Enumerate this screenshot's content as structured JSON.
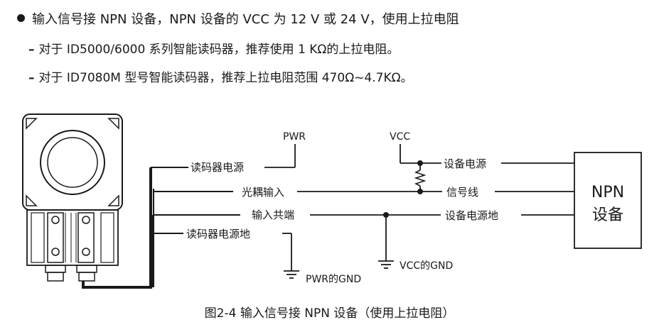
{
  "intro": {
    "bullet": "输入信号接 NPN 设备，NPN 设备的 VCC 为 12 V 或 24 V，使用上拉电阻",
    "dash": "–",
    "items": [
      "对于 ID5000/6000 系列智能读码器，推荐使用 1 KΩ的上拉电阻。",
      "对于 ID7080M 型号智能读码器，推荐上拉电阻范围 470Ω~4.7KΩ。"
    ]
  },
  "diagram": {
    "pwr": "PWR",
    "vcc": "VCC",
    "reader_power": "读码器电源",
    "opto_input": "光耦输入",
    "input_common": "输入共端",
    "reader_power_gnd": "读码器电源地",
    "device_power": "设备电源",
    "signal_line": "信号线",
    "device_power_gnd": "设备电源地",
    "pwr_gnd": "PWR的GND",
    "vcc_gnd": "VCC的GND",
    "npn_line1": "NPN",
    "npn_line2": "设备"
  },
  "caption": "图2-4 输入信号接 NPN 设备（使用上拉电阻）"
}
